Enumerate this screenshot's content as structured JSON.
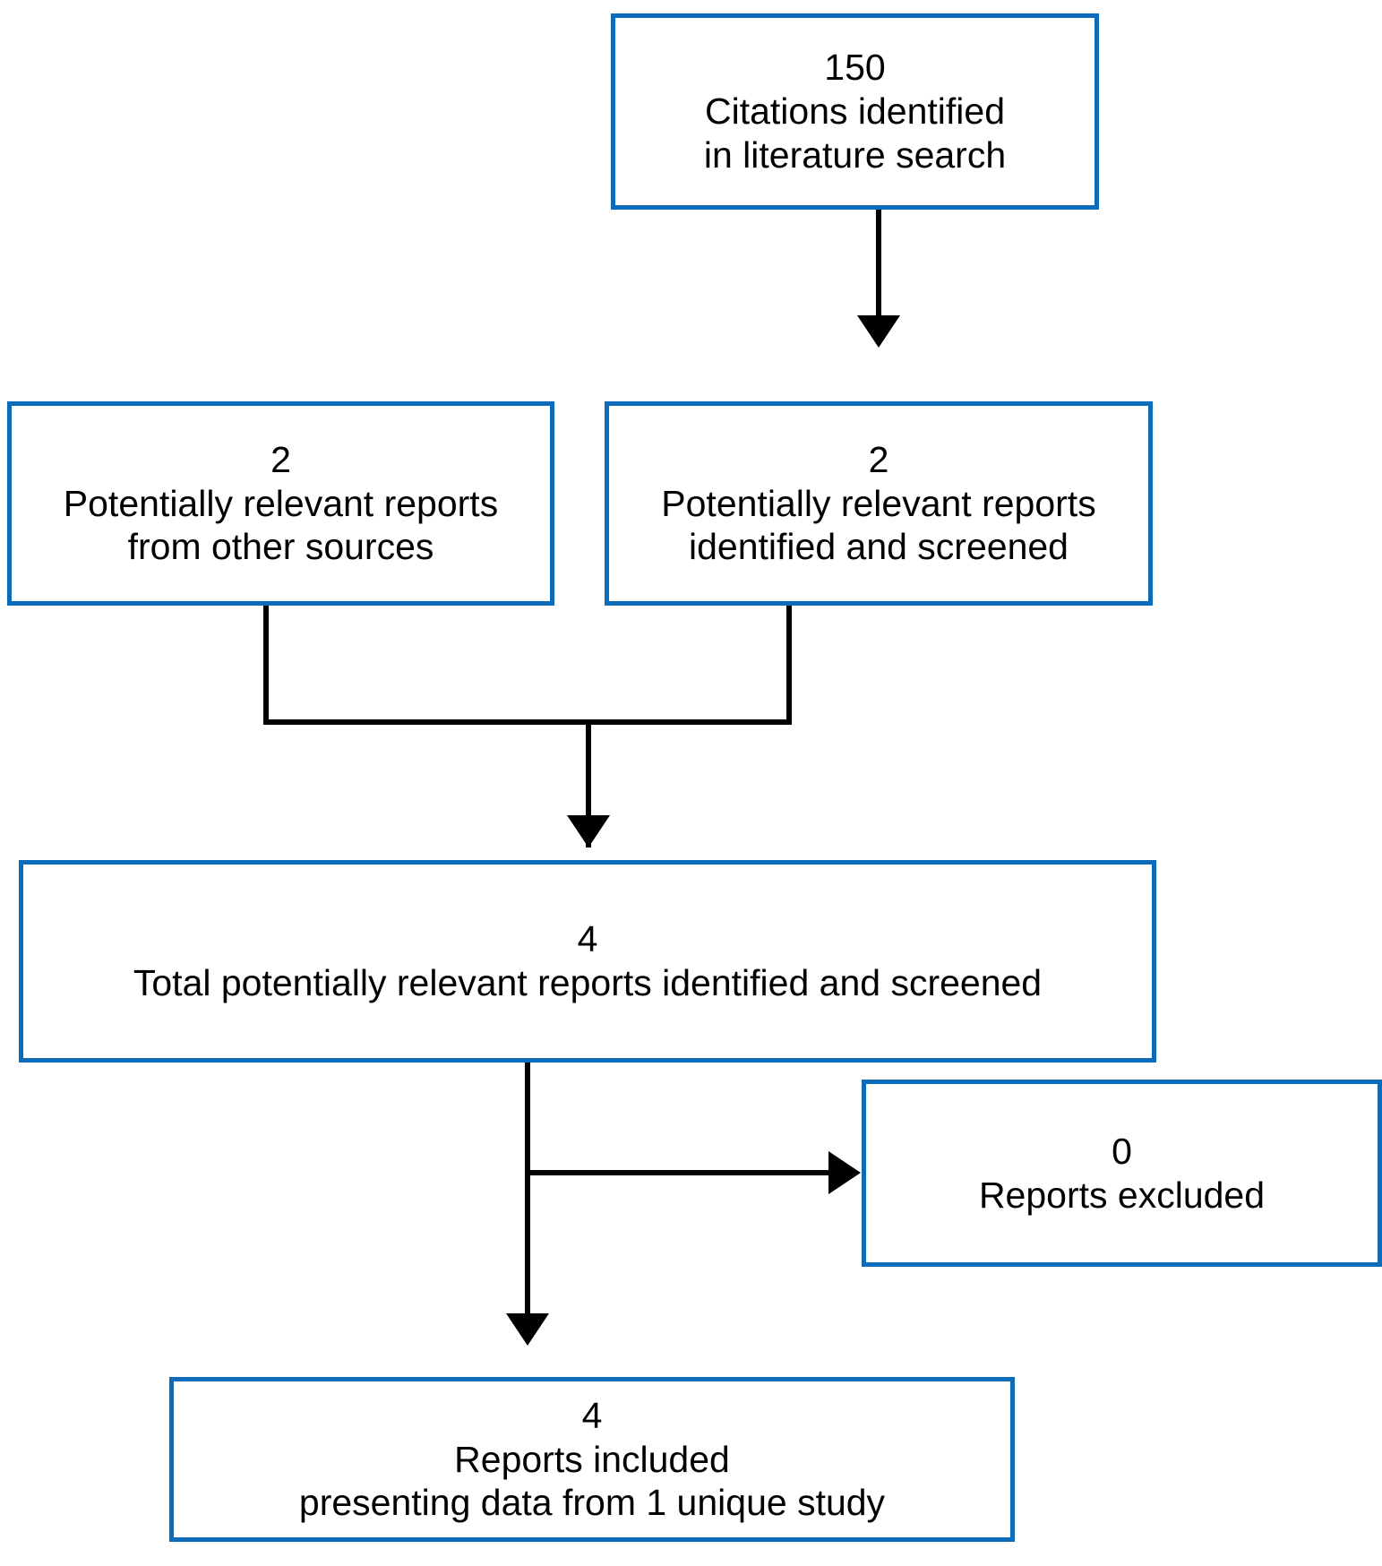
{
  "diagram": {
    "type": "prisma-flow-diagram",
    "accent_color": "#0a6cba",
    "connector_color": "#000000",
    "background_color": "#ffffff",
    "nodes": {
      "citations": {
        "count": "150",
        "line1": "Citations identified",
        "line2": "in literature search"
      },
      "other_sources": {
        "count": "2",
        "line1": "Potentially relevant reports",
        "line2": "from other sources"
      },
      "screened": {
        "count": "2",
        "line1": "Potentially relevant reports",
        "line2": "identified and screened"
      },
      "total_screened": {
        "count": "4",
        "line1": "Total potentially relevant reports identified and screened"
      },
      "excluded": {
        "count": "0",
        "line1": "Reports excluded"
      },
      "included": {
        "count": "4",
        "line1": "Reports included",
        "line2": "presenting data from 1 unique study"
      }
    }
  }
}
